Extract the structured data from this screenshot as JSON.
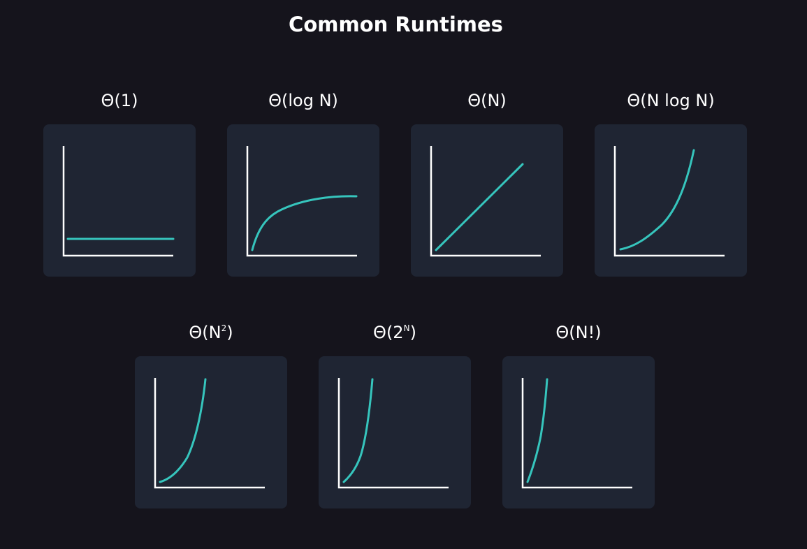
{
  "page": {
    "title": "Common Runtimes"
  },
  "colors": {
    "background": "#15141c",
    "card": "#1f2533",
    "axis": "#ffffff",
    "curve": "#36c5bd"
  },
  "cards": [
    {
      "id": "constant",
      "prefix": "Θ(1)",
      "sup": "",
      "suffix": ""
    },
    {
      "id": "logarithmic",
      "prefix": "Θ(log N)",
      "sup": "",
      "suffix": ""
    },
    {
      "id": "linear",
      "prefix": "Θ(N)",
      "sup": "",
      "suffix": ""
    },
    {
      "id": "linearithmic",
      "prefix": "Θ(N log N)",
      "sup": "",
      "suffix": ""
    },
    {
      "id": "quadratic",
      "prefix": "Θ(N",
      "sup": "2",
      "suffix": ")"
    },
    {
      "id": "exponential",
      "prefix": "Θ(2",
      "sup": "N",
      "suffix": ")"
    },
    {
      "id": "factorial",
      "prefix": "Θ(N!)",
      "sup": "",
      "suffix": ""
    }
  ]
}
